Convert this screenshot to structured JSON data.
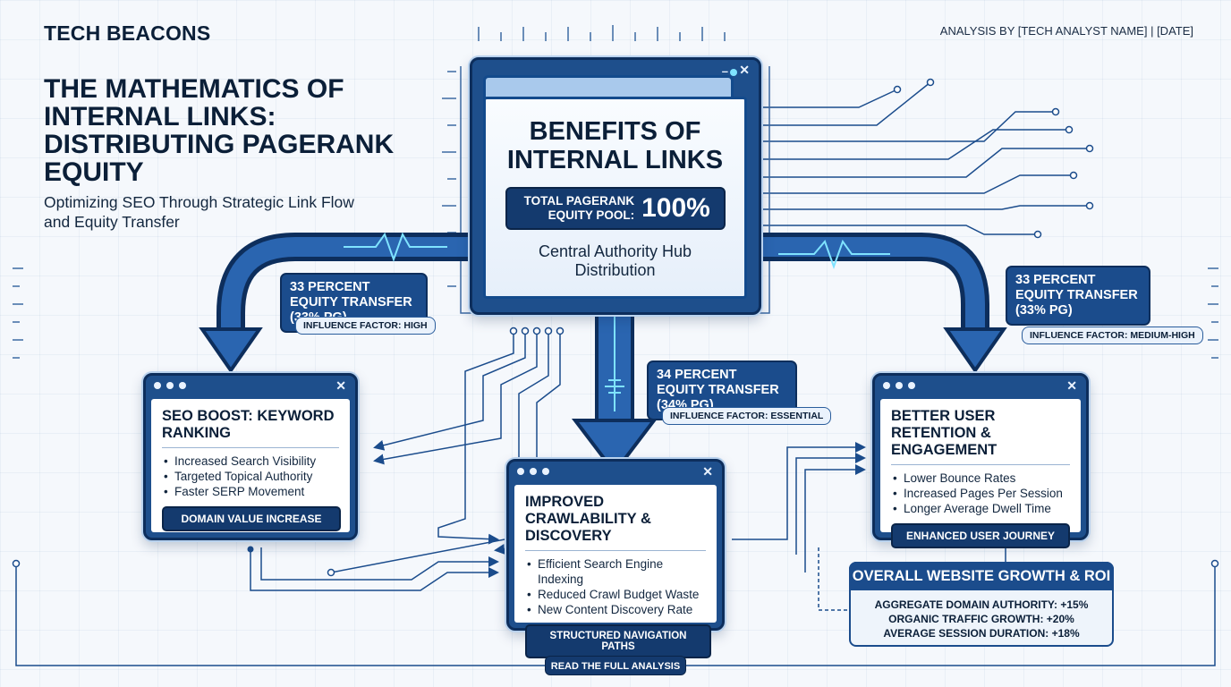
{
  "header": {
    "brand": "TECH BEACONS",
    "byline": "ANALYSIS BY [TECH ANALYST NAME] | [DATE]",
    "title": "THE MATHEMATICS OF INTERNAL LINKS: DISTRIBUTING PAGERANK EQUITY",
    "subtitle": "Optimizing SEO Through Strategic Link Flow and Equity Transfer"
  },
  "hub": {
    "title": "BENEFITS OF INTERNAL LINKS",
    "pool_label": "TOTAL PAGERANK EQUITY POOL:",
    "pool_value": "100%",
    "caption": "Central Authority Hub Distribution"
  },
  "transfers": {
    "left": {
      "label": "33 PERCENT EQUITY TRANSFER (33% PG)",
      "factor": "INFLUENCE FACTOR: HIGH"
    },
    "center": {
      "label": "34 PERCENT EQUITY TRANSFER (34% PG)",
      "factor": "INFLUENCE FACTOR: ESSENTIAL"
    },
    "right": {
      "label": "33 PERCENT EQUITY TRANSFER (33% PG)",
      "factor": "INFLUENCE FACTOR: MEDIUM-HIGH"
    }
  },
  "cards": {
    "seo": {
      "title": "SEO BOOST: KEYWORD RANKING",
      "bullets": [
        "Increased Search Visibility",
        "Targeted Topical Authority",
        "Faster SERP Movement"
      ],
      "button": "DOMAIN VALUE INCREASE"
    },
    "crawl": {
      "title": "IMPROVED CRAWLABILITY & DISCOVERY",
      "bullets": [
        "Efficient Search Engine Indexing",
        "Reduced Crawl Budget Waste",
        "New Content Discovery Rate"
      ],
      "button": "STRUCTURED NAVIGATION PATHS"
    },
    "retention": {
      "title": "BETTER USER RETENTION & ENGAGEMENT",
      "bullets": [
        "Lower Bounce Rates",
        "Increased Pages Per Session",
        "Longer Average Dwell Time"
      ],
      "button": "ENHANCED USER JOURNEY"
    }
  },
  "growth": {
    "title": "OVERALL WEBSITE GROWTH & ROI",
    "lines": [
      "AGGREGATE DOMAIN AUTHORITY: +15%",
      "ORGANIC TRAFFIC GROWTH: +20%",
      "AVERAGE SESSION DURATION: +18%"
    ]
  },
  "footer": {
    "cta": "READ THE FULL ANALYSIS"
  }
}
